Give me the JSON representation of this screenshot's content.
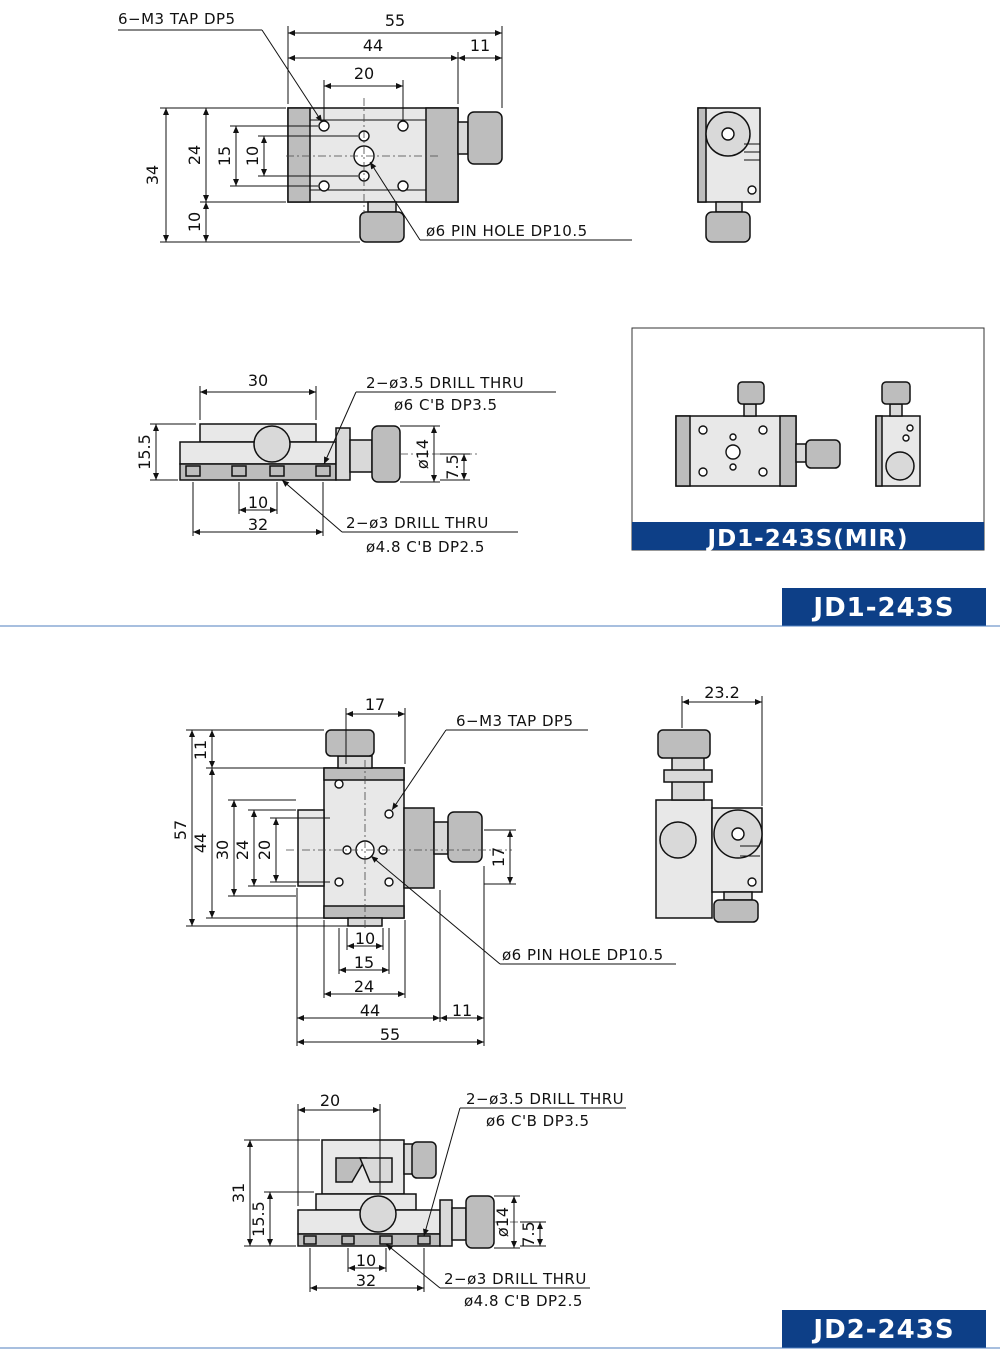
{
  "jd1": {
    "model": "JD1-243S",
    "mirror_model": "JD1-243S(MIR)",
    "top": {
      "dim_55": "55",
      "dim_44": "44",
      "dim_11": "11",
      "dim_20": "20",
      "dim_34": "34",
      "dim_24": "24",
      "dim_15": "15",
      "dim_10": "10",
      "dim_10b": "10",
      "note_tap": "6−M3 TAP DP5",
      "note_pin": "ø6 PIN HOLE DP10.5"
    },
    "front": {
      "dim_30": "30",
      "dim_15_5": "15.5",
      "dim_14": "ø14",
      "dim_7_5": "7.5",
      "dim_10": "10",
      "dim_32": "32",
      "note_drill1a": "2−ø3.5 DRILL THRU",
      "note_drill1b": "ø6 C'B DP3.5",
      "note_drill2a": "2−ø3 DRILL THRU",
      "note_drill2b": "ø4.8 C'B DP2.5"
    }
  },
  "jd2": {
    "model": "JD2-243S",
    "top": {
      "dim_17": "17",
      "dim_57": "57",
      "dim_11": "11",
      "dim_44": "44",
      "dim_30": "30",
      "dim_24": "24",
      "dim_20": "20",
      "dim_17r": "17",
      "dim_10": "10",
      "dim_15": "15",
      "dim_24b": "24",
      "dim_44b": "44",
      "dim_11b": "11",
      "dim_55": "55",
      "note_tap": "6−M3 TAP DP5",
      "note_pin": "ø6 PIN HOLE DP10.5"
    },
    "side": {
      "dim_23_2": "23.2"
    },
    "front": {
      "dim_20": "20",
      "dim_31": "31",
      "dim_15_5": "15.5",
      "dim_14": "ø14",
      "dim_7_5": "7.5",
      "dim_10": "10",
      "dim_32": "32",
      "note_drill1a": "2−ø3.5 DRILL THRU",
      "note_drill1b": "ø6 C'B DP3.5",
      "note_drill2a": "2−ø3 DRILL THRU",
      "note_drill2b": "ø4.8 C'B DP2.5"
    }
  },
  "colors": {
    "title_bar": "#0d3f87",
    "separator": "#4f7fbf"
  }
}
